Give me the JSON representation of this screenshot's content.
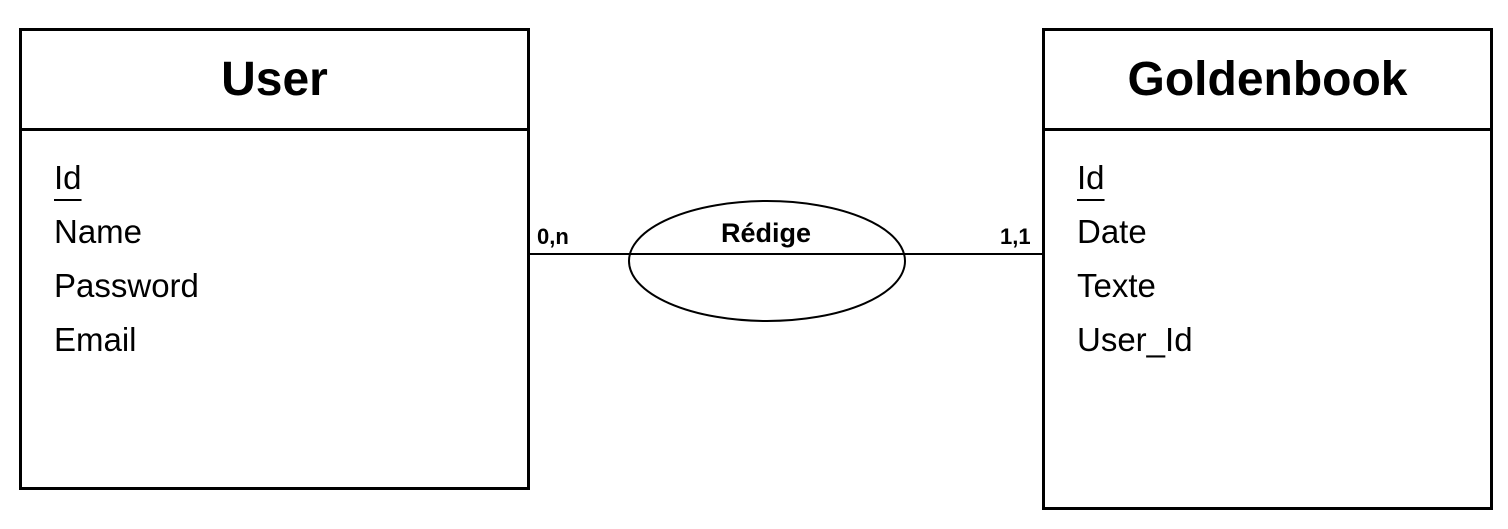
{
  "entities": {
    "user": {
      "title": "User",
      "attributes": [
        {
          "label": "Id",
          "primary_key": true
        },
        {
          "label": "Name",
          "primary_key": false
        },
        {
          "label": "Password",
          "primary_key": false
        },
        {
          "label": "Email",
          "primary_key": false
        }
      ]
    },
    "goldenbook": {
      "title": "Goldenbook",
      "attributes": [
        {
          "label": "Id",
          "primary_key": true
        },
        {
          "label": "Date",
          "primary_key": false
        },
        {
          "label": "Texte",
          "primary_key": false
        },
        {
          "label": "User_Id",
          "primary_key": false
        }
      ]
    }
  },
  "relationship": {
    "label": "Rédige",
    "user_cardinality": "0,n",
    "goldenbook_cardinality": "1,1"
  },
  "colors": {
    "line": "#000000",
    "background": "#ffffff"
  }
}
